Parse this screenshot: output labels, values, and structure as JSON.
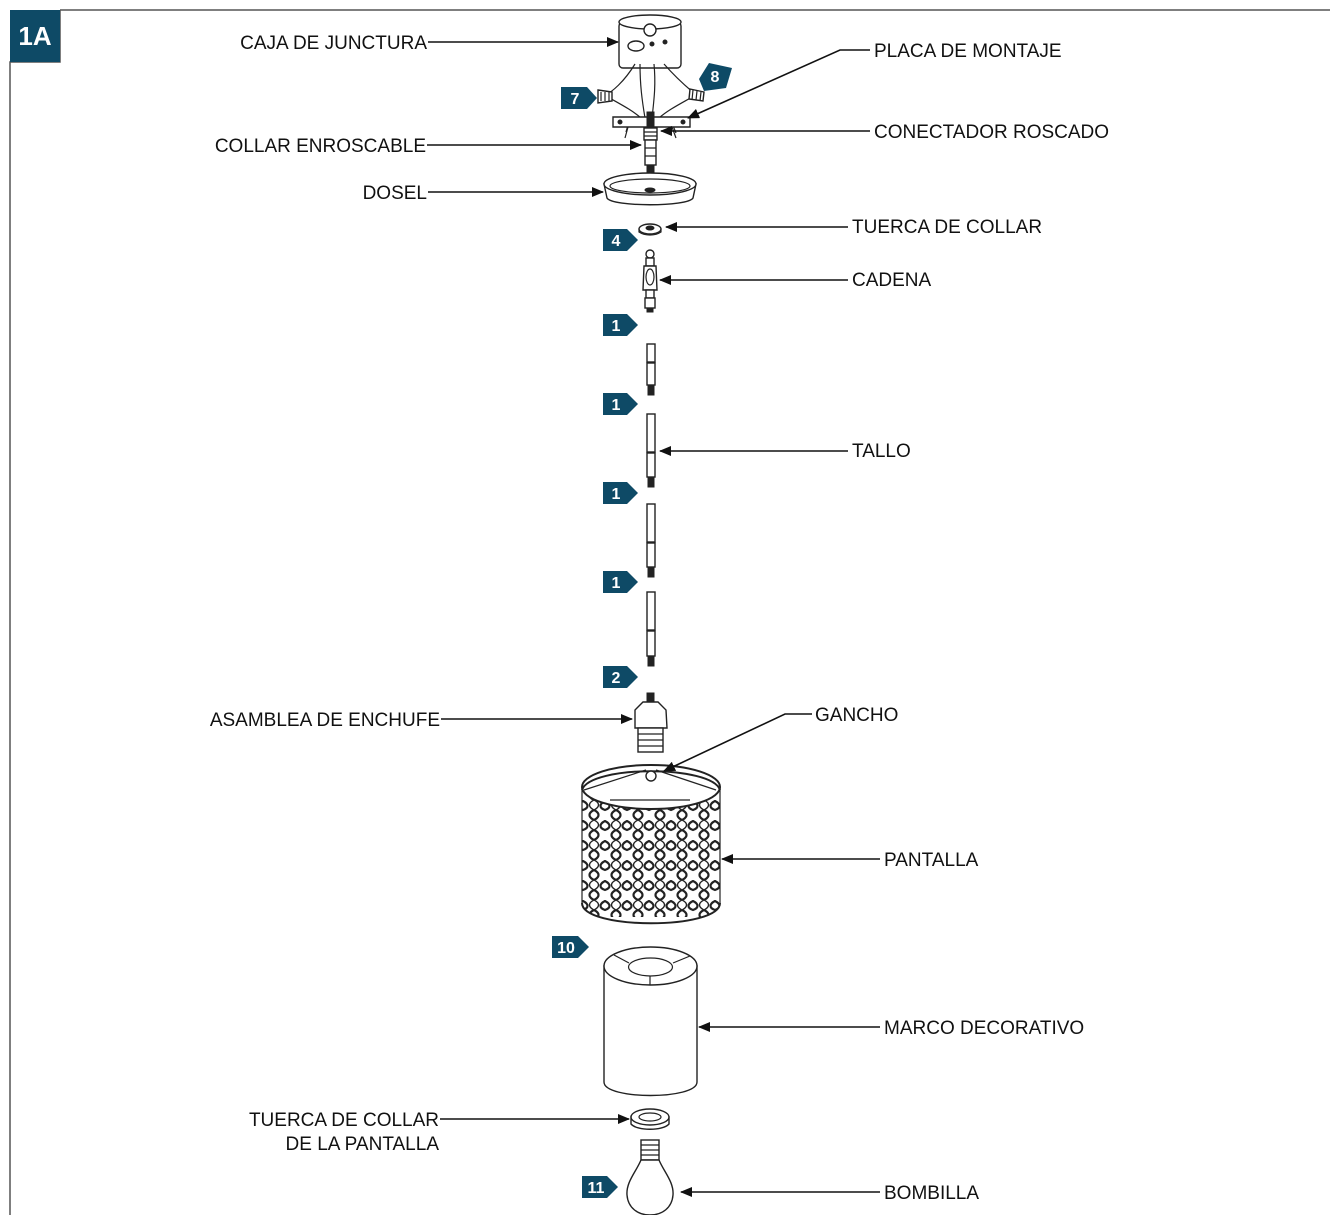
{
  "figure": {
    "step_label": "1A",
    "accent_color": "#0e4a66",
    "frame_color": "#555555"
  },
  "labels": {
    "caja_de_junctura": "CAJA DE JUNCTURA",
    "placa_de_montaje": "PLACA DE MONTAJE",
    "conectador_roscado": "CONECTADOR ROSCADO",
    "collar_enroscable": "COLLAR ENROSCABLE",
    "dosel": "DOSEL",
    "tuerca_de_collar": "TUERCA DE COLLAR",
    "cadena": "CADENA",
    "tallo": "TALLO",
    "asamblea_de_enchufe": "ASAMBLEA DE ENCHUFE",
    "gancho": "GANCHO",
    "pantalla": "PANTALLA",
    "marco_decorativo": "MARCO DECORATIVO",
    "tuerca_pantalla_line1": "TUERCA DE COLLAR",
    "tuerca_pantalla_line2": "DE LA PANTALLA",
    "bombilla": "BOMBILLA"
  },
  "badges": [
    "7",
    "8",
    "4",
    "1",
    "1",
    "1",
    "1",
    "2",
    "10",
    "11"
  ]
}
